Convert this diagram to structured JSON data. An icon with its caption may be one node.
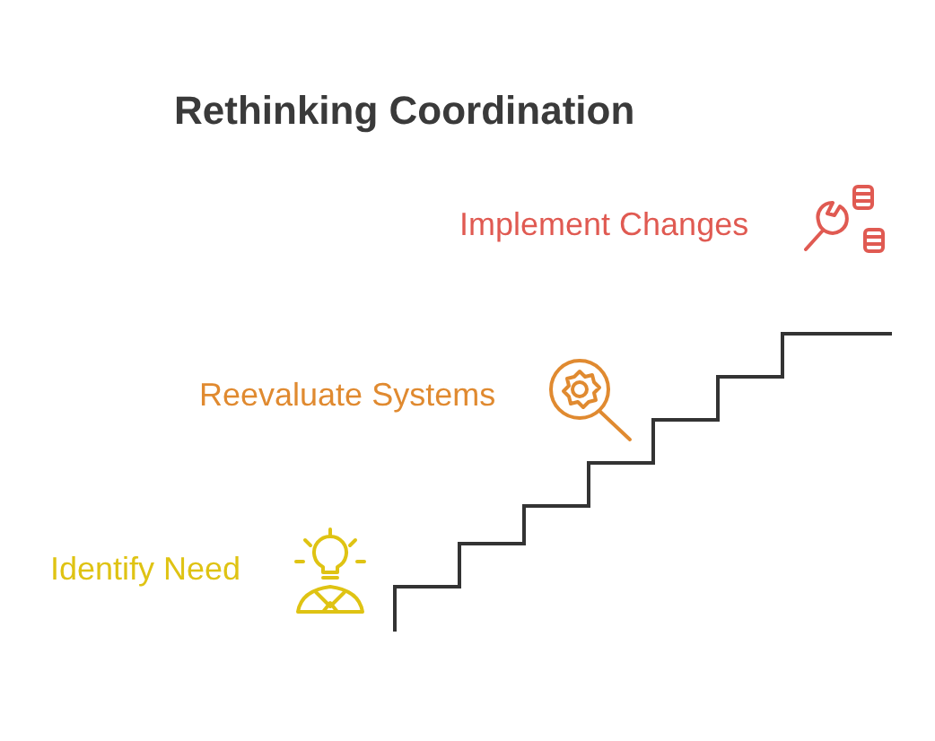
{
  "diagram": {
    "title": "Rethinking Coordination",
    "labels": [
      "Implement Changes",
      "Reevaluate Systems",
      "Identify Need"
    ]
  }
}
